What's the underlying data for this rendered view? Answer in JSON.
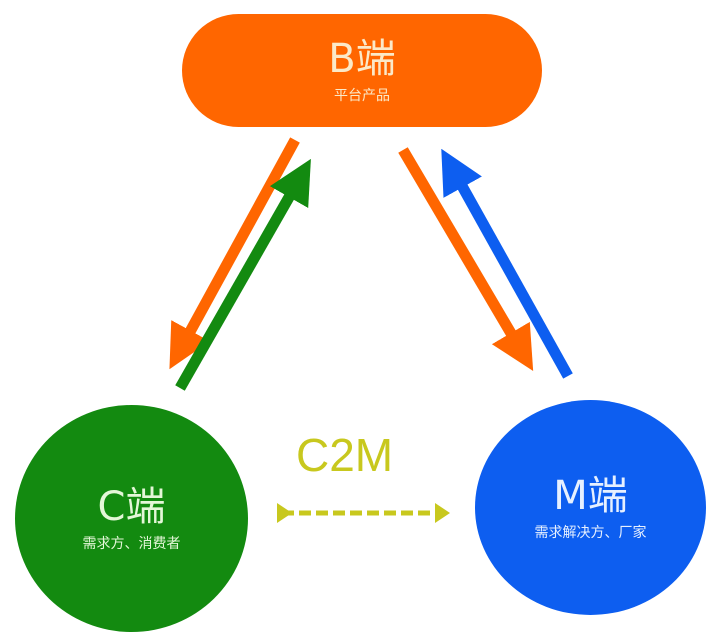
{
  "nodes": {
    "b": {
      "title": "B端",
      "subtitle": "平台产品"
    },
    "c": {
      "title": "C端",
      "subtitle": "需求方、消费者"
    },
    "m": {
      "title": "M端",
      "subtitle": "需求解决方、厂家"
    }
  },
  "relation_label": "C2M",
  "colors": {
    "b": "#FF6600",
    "c": "#138A10",
    "m": "#0D5EF0",
    "c2m": "#C8C81E"
  }
}
